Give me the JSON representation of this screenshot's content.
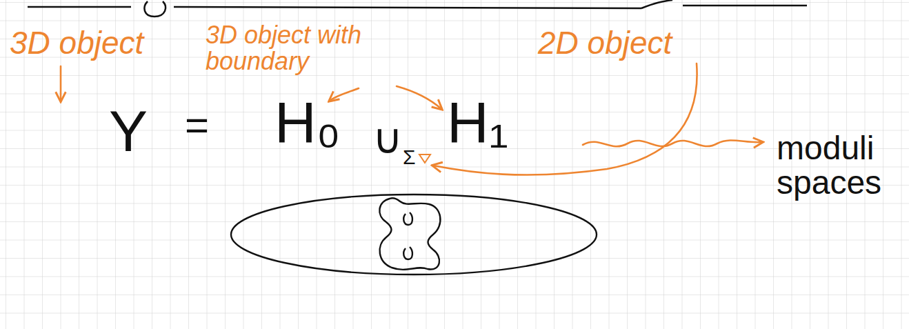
{
  "diagram": {
    "labels": [
      "3D object",
      "3D object with boundary",
      "2D object",
      "Y",
      "=",
      "H₀",
      "∪",
      "Σ",
      "H₁",
      "moduli spaces"
    ]
  }
}
